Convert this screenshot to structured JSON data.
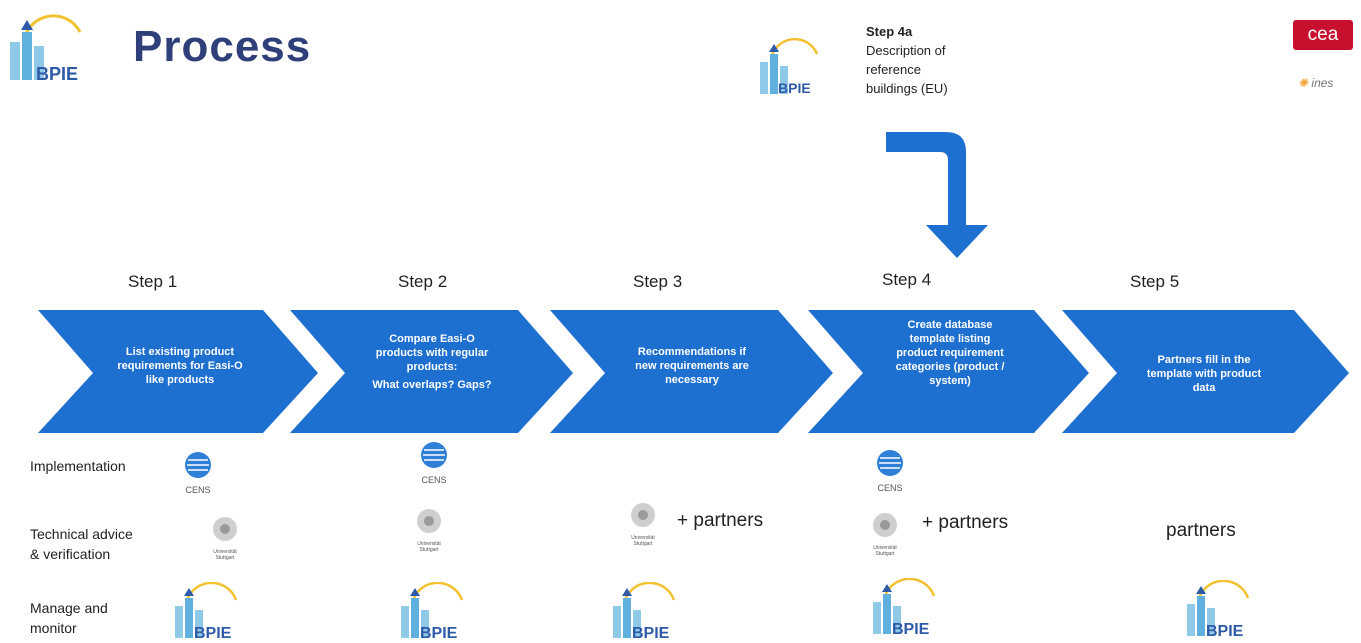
{
  "header": {
    "title": "Process",
    "logo_text": "BPIE",
    "cea_text": "cea",
    "ines_text": "ines"
  },
  "step4a": {
    "heading": "Step 4a",
    "lines": [
      "Description of",
      "reference",
      "buildings (EU)"
    ]
  },
  "steps": [
    {
      "label": "Step 1",
      "text": [
        "List existing product",
        "requirements for Easi-O",
        "like products"
      ]
    },
    {
      "label": "Step 2",
      "text": [
        "Compare Easi-O",
        "products with regular",
        "products:",
        "What overlaps? Gaps?"
      ]
    },
    {
      "label": "Step 3",
      "text": [
        "Recommendations if",
        "new requirements are",
        "necessary"
      ]
    },
    {
      "label": "Step 4",
      "text": [
        "Create database",
        "template listing",
        "product requirement",
        "categories (product /",
        "system)"
      ]
    },
    {
      "label": "Step 5",
      "text": [
        "Partners fill in the",
        "template with product",
        "data"
      ]
    }
  ],
  "rows": {
    "implementation": "Implementation",
    "technical_1": "Technical advice",
    "technical_2": "& verification",
    "manage_1": "Manage and",
    "manage_2": "monitor"
  },
  "partners": {
    "plus_partners": "+ partners",
    "partners": "partners"
  },
  "logos": {
    "ces_text": "CENS",
    "uni_line1": "Universität",
    "uni_line2": "Stuttgart"
  },
  "colors": {
    "chevron": "#1d6fd0",
    "title": "#2e3f7a",
    "bpie_blue": "#2e5aa8",
    "cea_red": "#c8102e"
  }
}
